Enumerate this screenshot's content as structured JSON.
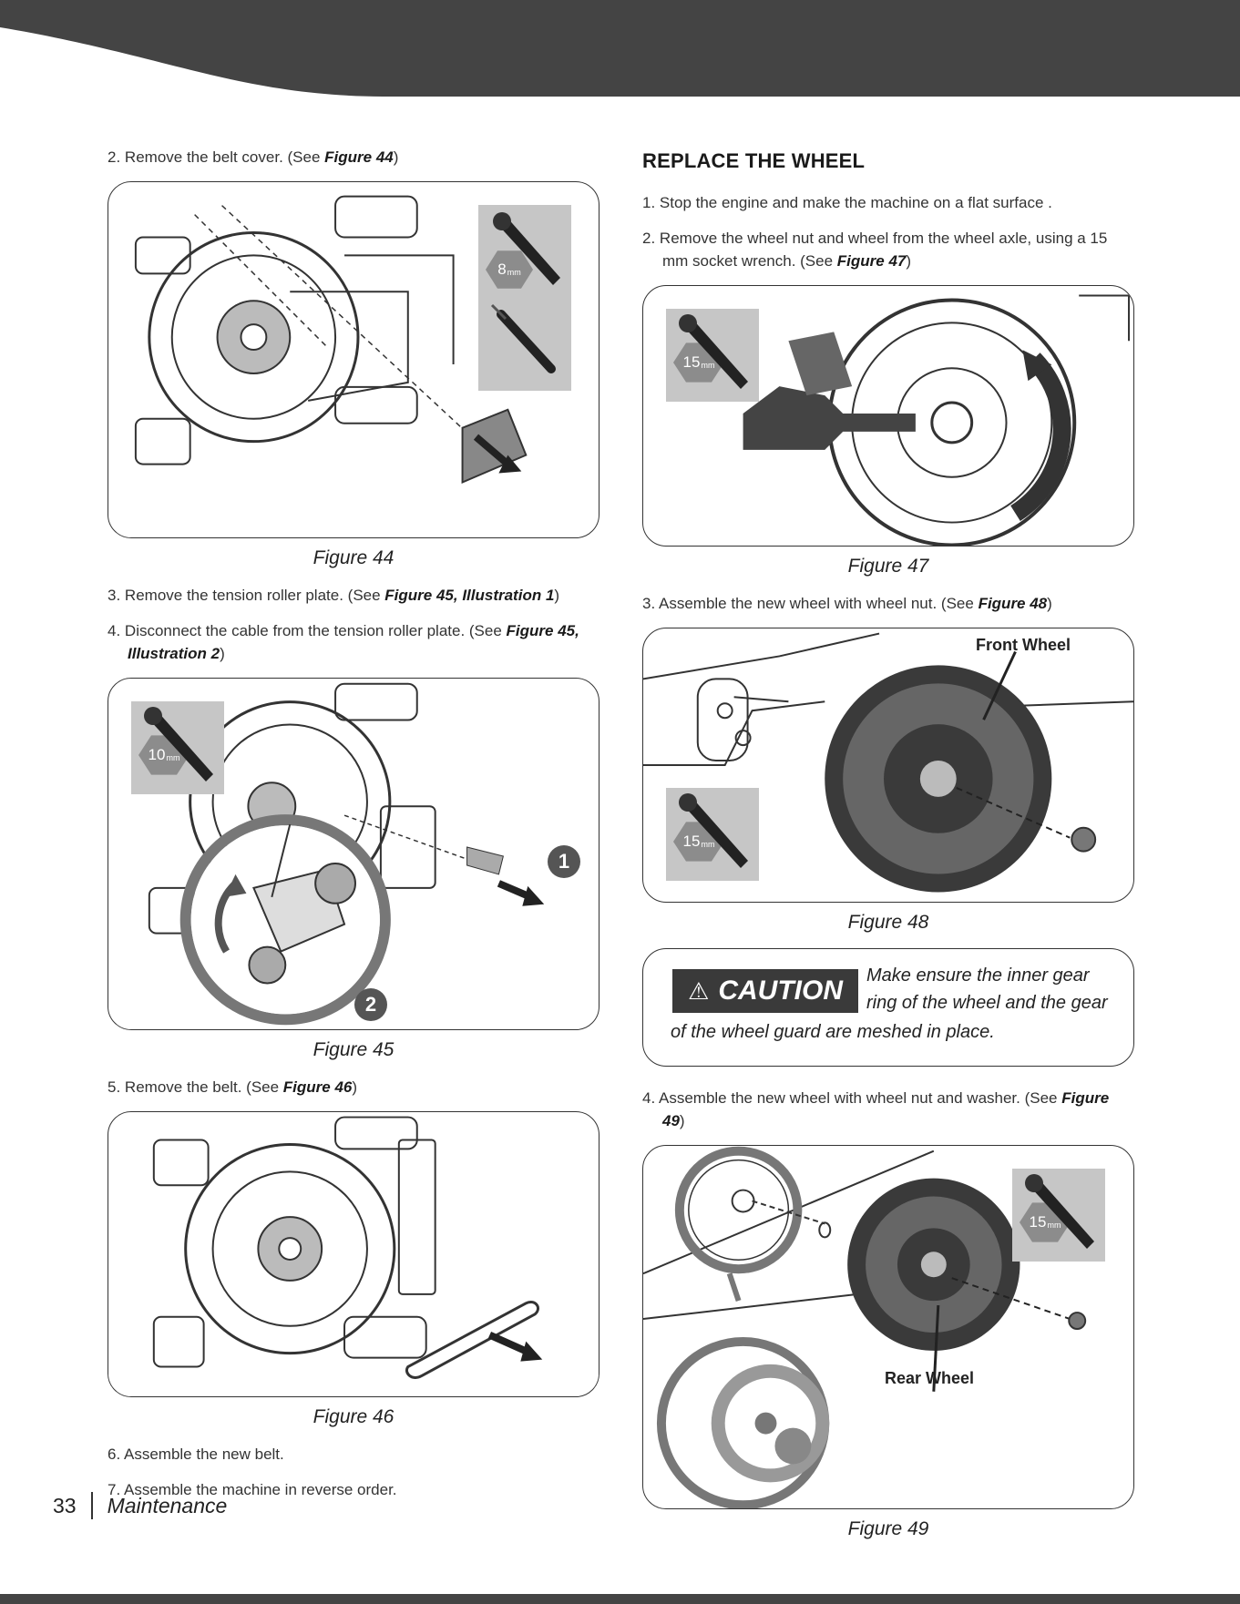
{
  "left": {
    "step2": {
      "num": "2.",
      "text": "Remove the belt cover. (See ",
      "ref": "Figure 44",
      "end": ")"
    },
    "fig44": {
      "caption": "Figure 44",
      "tool_size": "8",
      "tool_unit": "mm"
    },
    "step3": {
      "num": "3.",
      "text": "Remove the tension roller plate. (See ",
      "ref": "Figure 45, Illustration 1",
      "end": ")"
    },
    "step4": {
      "num": "4.",
      "text": "Disconnect the cable from the tension roller plate. (See ",
      "ref": "Figure 45, Illustration 2",
      "end": ")"
    },
    "fig45": {
      "caption": "Figure 45",
      "tool_size": "10",
      "tool_unit": "mm",
      "callout1": "1",
      "callout2": "2"
    },
    "step5": {
      "num": "5.",
      "text": "Remove the belt. (See ",
      "ref": "Figure 46",
      "end": ")"
    },
    "fig46": {
      "caption": "Figure 46"
    },
    "step6": {
      "num": "6.",
      "text": "Assemble the new belt."
    },
    "step7": {
      "num": "7.",
      "text": "Assemble the machine in reverse order."
    }
  },
  "right": {
    "title": "REPLACE THE WHEEL",
    "step1": {
      "num": "1.",
      "text": "Stop the engine and make the machine on a flat surface ."
    },
    "step2": {
      "num": "2.",
      "text": "Remove the wheel nut and wheel from the wheel axle, using a 15 mm socket wrench. (See ",
      "ref": "Figure 47",
      "end": ")"
    },
    "fig47": {
      "caption": "Figure 47",
      "tool_size": "15",
      "tool_unit": "mm"
    },
    "step3": {
      "num": "3.",
      "text": "Assemble the new wheel with wheel nut. (See ",
      "ref": "Figure 48",
      "end": ")"
    },
    "fig48": {
      "caption": "Figure 48",
      "label": "Front Wheel",
      "tool_size": "15",
      "tool_unit": "mm"
    },
    "caution": {
      "badge": "CAUTION",
      "line1": "Make ensure the inner gear",
      "line2": "ring of the wheel and the gear",
      "line3": "of the wheel guard are meshed in place."
    },
    "step4": {
      "num": "4.",
      "text": "Assemble the new wheel with wheel nut and washer. (See ",
      "ref": "Figure 49",
      "end": ")"
    },
    "fig49": {
      "caption": "Figure 49",
      "label": "Rear Wheel",
      "tool_size": "15",
      "tool_unit": "mm"
    }
  },
  "footer": {
    "page": "33",
    "section": "Maintenance"
  },
  "colors": {
    "header": "#444444",
    "tool_card": "#c6c6c6",
    "hex": "#8c8c8c",
    "caution": "#3a3a3a"
  }
}
